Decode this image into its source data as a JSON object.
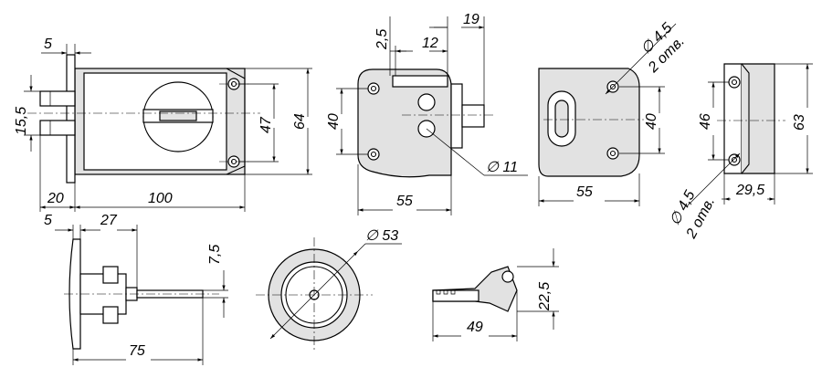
{
  "dimensions": {
    "front": {
      "d5": "5",
      "d15_5": "15,5",
      "d20": "20",
      "d100": "100",
      "d47": "47",
      "d64": "64"
    },
    "side": {
      "d2_5": "2,5",
      "d12": "12",
      "d19": "19",
      "d40": "40",
      "d55": "55",
      "d11": "∅ 11"
    },
    "back": {
      "hole": "∅ 4,5",
      "holes_note": "2 отв.",
      "d40": "40",
      "d55": "55"
    },
    "end": {
      "d46": "46",
      "d63": "63",
      "d29_5": "29,5",
      "hole": "∅ 4,5",
      "holes_note": "2 отв."
    },
    "cylinder": {
      "d5": "5",
      "d27": "27",
      "d7_5": "7,5",
      "d75": "75"
    },
    "rosette": {
      "d53": "∅ 53"
    },
    "key": {
      "d22_5": "22,5",
      "d49": "49"
    }
  },
  "colors": {
    "line": "#000000",
    "fill": "#e2e2e2",
    "background": "#ffffff"
  }
}
